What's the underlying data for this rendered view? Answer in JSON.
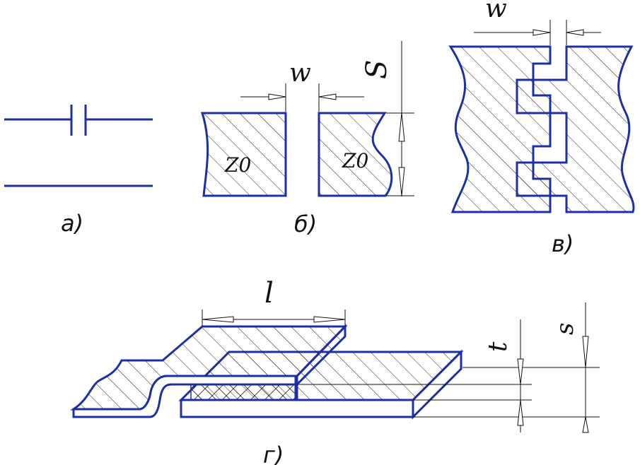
{
  "colors": {
    "conductor": "#1c2fa3",
    "dimension": "#111111",
    "hatch": "#222222",
    "background": "#ffffff"
  },
  "panels": {
    "a": {
      "caption": "а)"
    },
    "b": {
      "caption": "б)",
      "gap_label": "w",
      "length_label": "S",
      "impedance_left": "Z0",
      "impedance_right": "Z0"
    },
    "v": {
      "caption": "в)",
      "gap_label": "w"
    },
    "g": {
      "caption": "г)",
      "length_label": "l",
      "thickness_label": "t",
      "spacing_label": "s"
    }
  }
}
